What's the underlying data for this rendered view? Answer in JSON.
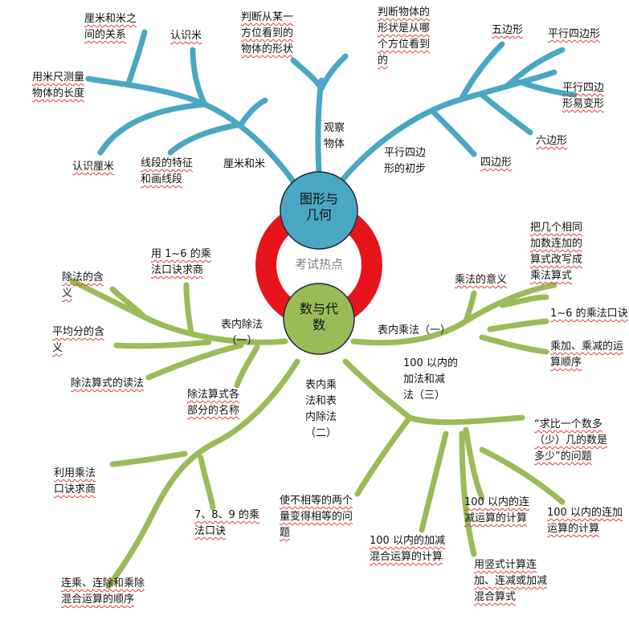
{
  "center": {
    "label": "考试热点",
    "ring_color": "#e8141c"
  },
  "nodes": {
    "geometry": {
      "label": "图形与\n几何",
      "color": "#4aa7c3"
    },
    "algebra": {
      "label": "数与代\n数",
      "color": "#9bbb59"
    }
  },
  "colors": {
    "geometry_branch": "#4aa7c3",
    "algebra_branch": "#9bbb59"
  },
  "geometry_branches": {
    "centimeter_meter": "厘米和米",
    "centimeter_meter_items": [
      "厘米和米之\n间的关系",
      "认识米",
      "用米尺测量\n物体的长度",
      "认识厘米",
      "线段的特征\n和画线段"
    ],
    "observe": "观察\n物体",
    "observe_items": [
      "判断从某一\n方位看到的\n物体的形状",
      "判断物体的\n形状是从哪\n个方位看到\n的"
    ],
    "parallelogram": "平行四边\n形的初步",
    "parallelogram_items": [
      "五边形",
      "平行四边形",
      "平行四边\n形易变形",
      "六边形",
      "四边形"
    ]
  },
  "algebra_branches": {
    "division": "表内除法\n（一）",
    "division_items": [
      "除法的含\n义",
      "用 1~6 的乘\n法口诀求商",
      "平均分的含\n义",
      "除法算式的读法",
      "除法算式各\n部分的名称"
    ],
    "multiplication": "表内乘法（一）",
    "multiplication_items": [
      "乘法的意义",
      "把几个相同\n加数连加的\n算式改写成\n乘法算式",
      "1~6 的乘法口诀",
      "乘加、乘减的运\n算顺序"
    ],
    "mult_div_two": "表内乘\n法和表\n内除法\n（二）",
    "mult_div_two_items": [
      "利用乘法\n口诀求商",
      "7、8、9 的乘\n法口诀",
      "连乘、连除和乘除\n混合运算的顺序"
    ],
    "addsub_three": "100 以内的\n加法和减\n法（三）",
    "addsub_three_items": [
      "“求比一个数多\n（少）几的数是\n多少”的问题",
      "使不相等的两个\n量变得相等的问\n题",
      "100 以内的连\n减运算的计算",
      "100 以内的连加\n运算的计算",
      "100 以内的加减\n混合运算的计算",
      "用竖式计算连\n加、连减或加减\n混合算式"
    ]
  }
}
